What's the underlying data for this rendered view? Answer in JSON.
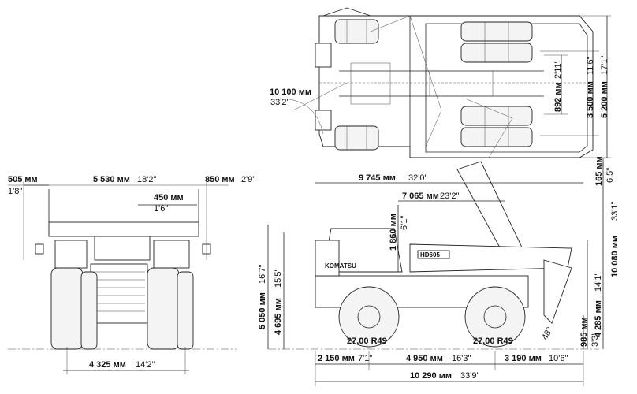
{
  "dimensions": {
    "top_view": {
      "turning_radius": {
        "metric": "10 100 мм",
        "imperial": "33'2\""
      },
      "rear_track_inner": {
        "metric": "892 мм",
        "imperial": "2'11\""
      },
      "rear_track": {
        "metric": "3 500 мм",
        "imperial": "11'6\""
      },
      "overall_width_top": {
        "metric": "5 200 мм",
        "imperial": "17'1\""
      }
    },
    "front_view": {
      "mirror_overhang_left": {
        "metric": "505 мм",
        "imperial": "1'8\""
      },
      "body_width": {
        "metric": "5 530 мм",
        "imperial": "18'2\""
      },
      "mirror_overhang_right": {
        "metric": "850 мм",
        "imperial": "2'9\""
      },
      "handrail_offset": {
        "metric": "450 мм",
        "imperial": "1'6\""
      },
      "front_track": {
        "metric": "4 325 мм",
        "imperial": "14'2\""
      }
    },
    "side_view": {
      "body_length": {
        "metric": "9 745 мм",
        "imperial": "32'0\""
      },
      "raised_body_reach": {
        "metric": "7 065 мм",
        "imperial": "23'2\""
      },
      "body_above_cab": {
        "metric": "1 860 мм",
        "imperial": "6'1\""
      },
      "canopy_height": {
        "metric": "5 050 мм",
        "imperial": "16'7\""
      },
      "cab_height": {
        "metric": "4 695 мм",
        "imperial": "15'5\""
      },
      "loading_height": {
        "metric": "4 285 мм",
        "imperial": "14'1\""
      },
      "dump_clearance": {
        "metric": "985 мм",
        "imperial": "3'3\""
      },
      "raised_height": {
        "metric": "10 080 мм",
        "imperial": "33'1\""
      },
      "ground_clearance": {
        "metric": "165 мм",
        "imperial": "6.5\""
      },
      "front_overhang": {
        "metric": "2 150 мм",
        "imperial": "7'1\""
      },
      "wheelbase": {
        "metric": "4 950 мм",
        "imperial": "16'3\""
      },
      "rear_overhang": {
        "metric": "3 190 мм",
        "imperial": "10'6\""
      },
      "overall_length": {
        "metric": "10 290 мм",
        "imperial": "33'9\""
      },
      "tyre_front": "27.00 R49",
      "tyre_rear": "27.00 R49",
      "dump_angle": "48°"
    }
  },
  "branding": {
    "logo": "KOMATSU",
    "model": "HD605"
  },
  "colors": {
    "line": "#222222",
    "background": "#ffffff"
  }
}
